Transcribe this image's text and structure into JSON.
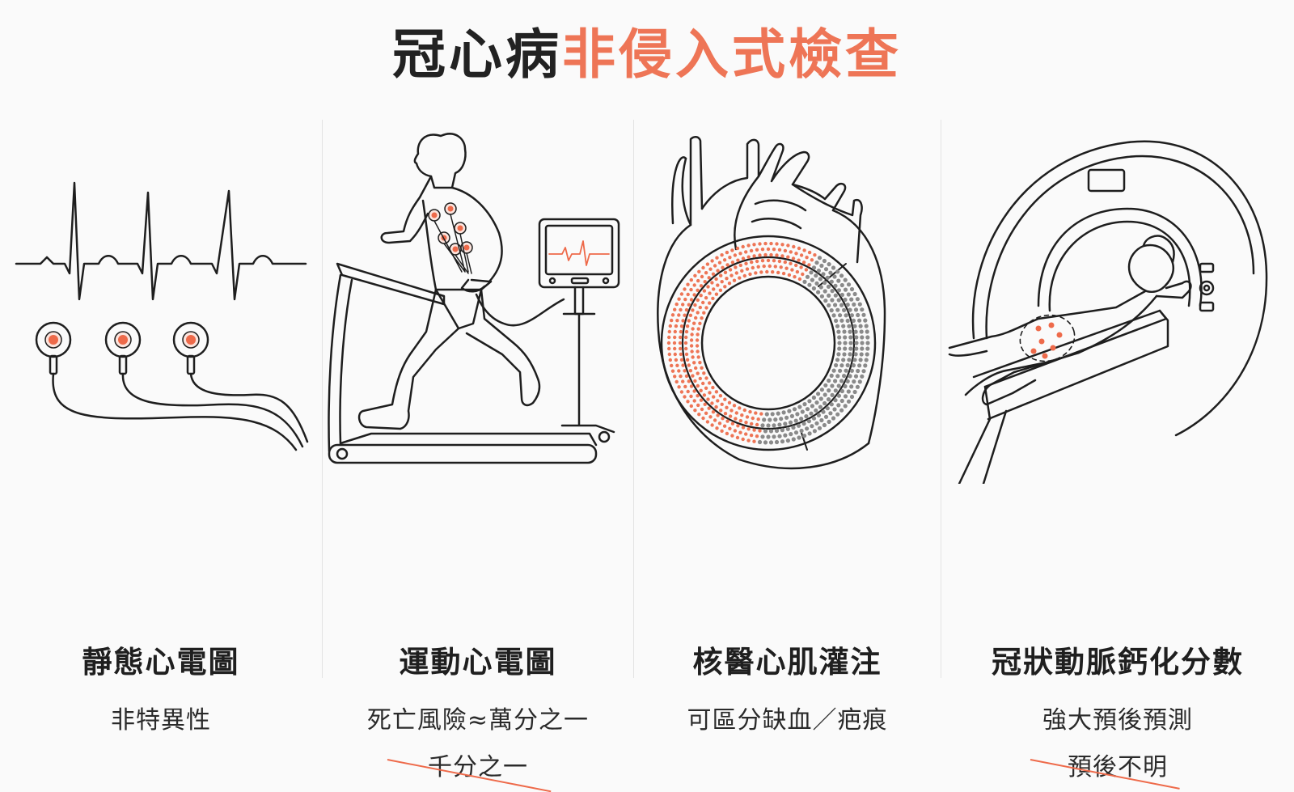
{
  "title": {
    "main": "冠心病",
    "accent": "非侵入式檢查"
  },
  "colors": {
    "accent": "#ee7556",
    "ink": "#1e1e1e",
    "dots_gray": "#8a8a8a"
  },
  "panels": [
    {
      "label": "靜態心電圖",
      "sub": "非特異性",
      "icon": "ecg-electrodes-icon"
    },
    {
      "label": "運動心電圖",
      "sub": "死亡風險≈萬分之一",
      "struck": "千分之一",
      "icon": "treadmill-runner-icon"
    },
    {
      "label": "核醫心肌灌注",
      "sub": "可區分缺血／疤痕",
      "icon": "heart-perfusion-icon"
    },
    {
      "label": "冠狀動脈鈣化分數",
      "sub": "強大預後預測",
      "struck": "預後不明",
      "icon": "ct-scanner-icon"
    }
  ]
}
